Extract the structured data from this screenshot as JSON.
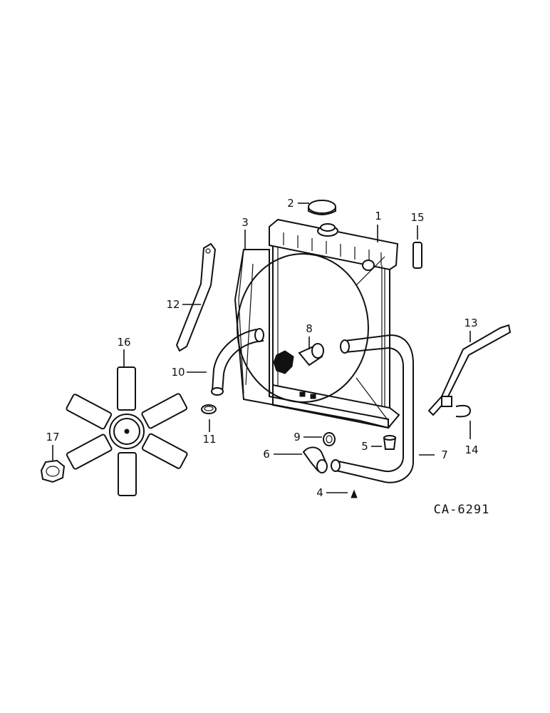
{
  "diagram": {
    "drawing_code": "CA-6291",
    "callouts": {
      "c1": "1",
      "c2": "2",
      "c3": "3",
      "c4": "4",
      "c5": "5",
      "c6": "6",
      "c7": "7",
      "c8": "8",
      "c9": "9",
      "c10": "10",
      "c11": "11",
      "c12": "12",
      "c13": "13",
      "c14": "14",
      "c15": "15",
      "c16": "16",
      "c17": "17"
    }
  }
}
